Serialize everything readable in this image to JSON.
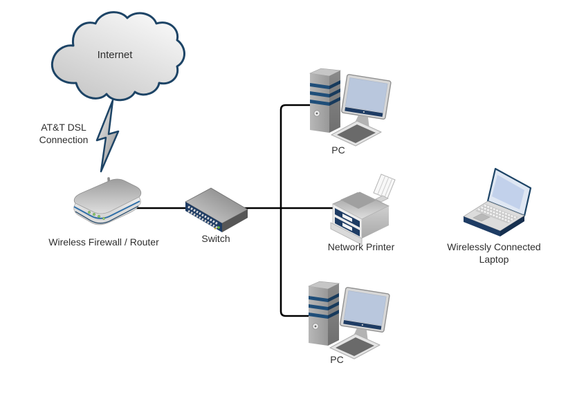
{
  "diagram": {
    "type": "network-topology",
    "background": "#ffffff",
    "nodes": {
      "internet": {
        "label": "Internet",
        "shape": "cloud"
      },
      "dsl": {
        "label_line1": "AT&T DSL",
        "label_line2": "Connection",
        "shape": "lightning-bolt"
      },
      "router": {
        "label": "Wireless Firewall / Router",
        "shape": "wireless-router"
      },
      "switch": {
        "label": "Switch",
        "shape": "network-switch"
      },
      "pc_top": {
        "label": "PC",
        "shape": "desktop-pc"
      },
      "printer": {
        "label": "Network Printer",
        "shape": "printer"
      },
      "laptop": {
        "label_line1": "Wirelessly Connected",
        "label_line2": "Laptop",
        "shape": "laptop"
      },
      "pc_bottom": {
        "label": "PC",
        "shape": "desktop-pc"
      }
    },
    "edges": [
      {
        "from": "internet",
        "to": "router",
        "style": "lightning",
        "label": "AT&T DSL Connection"
      },
      {
        "from": "router",
        "to": "switch",
        "style": "wired"
      },
      {
        "from": "switch",
        "to": "pc_top",
        "style": "wired"
      },
      {
        "from": "switch",
        "to": "printer",
        "style": "wired"
      },
      {
        "from": "switch",
        "to": "pc_bottom",
        "style": "wired"
      },
      {
        "from": "router",
        "to": "laptop",
        "style": "wireless"
      }
    ],
    "colors": {
      "outline_navy": "#1d4466",
      "panel_navy": "#1e3c64",
      "pc_stripe_blue": "#1f4e79",
      "router_stripe_blue": "#2f6fa8",
      "screen_blue": "#c2d1eb",
      "led_green": "#8cc86c",
      "wire_black": "#000000",
      "label_text": "#2e2e2e",
      "device_gray": "#b6b6b6"
    }
  }
}
